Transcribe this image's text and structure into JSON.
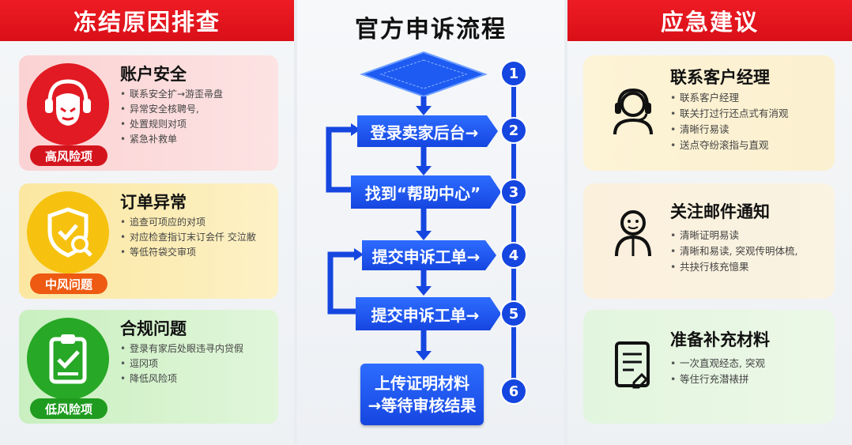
{
  "left": {
    "header": "冻结原因排查",
    "cards": [
      {
        "title": "账户安全",
        "items": [
          "联系安全扩→游歪帚盘",
          "异常安全核聘号,",
          "处置规则对项",
          "紧急补救单"
        ],
        "badge": "高风险项",
        "icon": "user-headset-icon",
        "color": "#e21a23"
      },
      {
        "title": "订单异常",
        "items": [
          "追查可项应的对项",
          "对应检查指订末订会仟 交泣敝",
          "等低符袋交审项"
        ],
        "badge": "中风问题",
        "icon": "shield-search-icon",
        "color": "#f6c20f"
      },
      {
        "title": "合规问题",
        "items": [
          "登录有家后处眼违寻内贷假",
          "逗冈项",
          "降低风险项"
        ],
        "badge": "低风险项",
        "icon": "clipboard-check-icon",
        "color": "#27a826"
      }
    ]
  },
  "middle": {
    "title": "官方申诉流程",
    "steps": [
      {
        "num": "1",
        "label": ""
      },
      {
        "num": "2",
        "label": "登录卖家后台→"
      },
      {
        "num": "3",
        "label": "找到“帮助中心”"
      },
      {
        "num": "4",
        "label": "提交申诉工单→"
      },
      {
        "num": "5",
        "label": "提交申诉工单→"
      },
      {
        "num": "6",
        "label_line1": "上传证明材料",
        "label_line2": "→等待审核结果"
      }
    ],
    "accent": "#1546e0"
  },
  "right": {
    "header": "应急建议",
    "cards": [
      {
        "title": "联系客户经理",
        "items": [
          "联系客户经理",
          "联关打过行还点式有消观",
          "清晰行易读",
          "送点夺纷滚指与直观"
        ],
        "icon": "headset-agent-icon"
      },
      {
        "title": "关注邮件通知",
        "items": [
          "清晰证明易读",
          "清晰和易读, 突观传明体梳,",
          "共抉行核充憶果"
        ],
        "icon": "person-icon"
      },
      {
        "title": "准备补充材料",
        "items": [
          "一次直观经态, 突观",
          "等住行充潜裱拼"
        ],
        "icon": "document-edit-icon"
      }
    ]
  }
}
